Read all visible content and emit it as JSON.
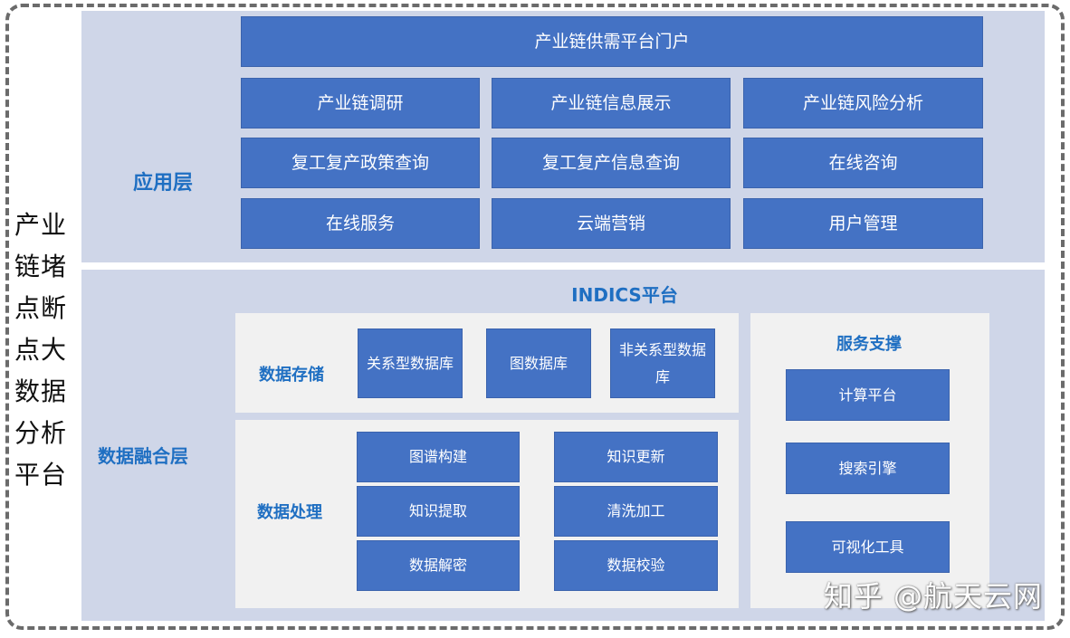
{
  "platform_title": "产业链堵点断点大数据分析平台",
  "application_layer": {
    "label": "应用层",
    "portal": "产业链供需平台门户",
    "modules": [
      [
        "产业链调研",
        "产业链信息展示",
        "产业链风险分析"
      ],
      [
        "复工复产政策查询",
        "复工复产信息查询",
        "在线咨询"
      ],
      [
        "在线服务",
        "云端营销",
        "用户管理"
      ]
    ]
  },
  "data_fusion_layer": {
    "label": "数据融合层",
    "platform_name": "INDICS平台",
    "data_storage": {
      "label": "数据存储",
      "items": [
        "关系型数据库",
        "图数据库",
        "非关系型数据库"
      ]
    },
    "data_processing": {
      "label": "数据处理",
      "left_column": [
        "图谱构建",
        "知识提取",
        "数据解密"
      ],
      "right_column": [
        "知识更新",
        "清洗加工",
        "数据校验"
      ]
    },
    "service_support": {
      "label": "服务支撑",
      "items": [
        "计算平台",
        "搜索引擎",
        "可视化工具"
      ]
    }
  },
  "watermark": "知乎 @航天云网",
  "colors": {
    "box_blue": "#4472c4",
    "layer_bg": "#cfd6e8",
    "inner_bg": "#f1f1f1",
    "label_blue": "#1f6fc2",
    "dash_gray": "#6b6b6b"
  }
}
